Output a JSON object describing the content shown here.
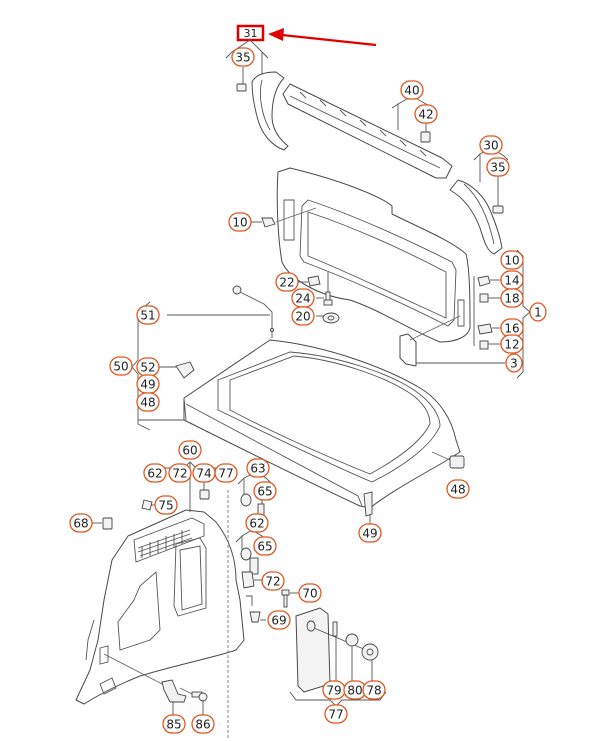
{
  "diagram": {
    "title": "Rear luggage compartment trim - exploded parts view",
    "highlighted_part": "31",
    "highlight_color": "#e00000",
    "callout_color": "#e2561f",
    "callouts": [
      {
        "id": "c35a",
        "label": "35"
      },
      {
        "id": "c40",
        "label": "40"
      },
      {
        "id": "c42",
        "label": "42"
      },
      {
        "id": "c30",
        "label": "30"
      },
      {
        "id": "c35b",
        "label": "35"
      },
      {
        "id": "c10a",
        "label": "10"
      },
      {
        "id": "c10b",
        "label": "10"
      },
      {
        "id": "c14",
        "label": "14"
      },
      {
        "id": "c18",
        "label": "18"
      },
      {
        "id": "c1",
        "label": "1"
      },
      {
        "id": "c16",
        "label": "16"
      },
      {
        "id": "c12",
        "label": "12"
      },
      {
        "id": "c3",
        "label": "3"
      },
      {
        "id": "c22",
        "label": "22"
      },
      {
        "id": "c24",
        "label": "24"
      },
      {
        "id": "c20",
        "label": "20"
      },
      {
        "id": "c51",
        "label": "51"
      },
      {
        "id": "c50",
        "label": "50"
      },
      {
        "id": "c52",
        "label": "52"
      },
      {
        "id": "c49a",
        "label": "49"
      },
      {
        "id": "c48a",
        "label": "48"
      },
      {
        "id": "c48b",
        "label": "48"
      },
      {
        "id": "c49b",
        "label": "49"
      },
      {
        "id": "c60",
        "label": "60"
      },
      {
        "id": "c62a",
        "label": "62"
      },
      {
        "id": "c72a",
        "label": "72"
      },
      {
        "id": "c74",
        "label": "74"
      },
      {
        "id": "c77a",
        "label": "77"
      },
      {
        "id": "c63",
        "label": "63"
      },
      {
        "id": "c65a",
        "label": "65"
      },
      {
        "id": "c62b",
        "label": "62"
      },
      {
        "id": "c75",
        "label": "75"
      },
      {
        "id": "c68",
        "label": "68"
      },
      {
        "id": "c65b",
        "label": "65"
      },
      {
        "id": "c72b",
        "label": "72"
      },
      {
        "id": "c70",
        "label": "70"
      },
      {
        "id": "c69",
        "label": "69"
      },
      {
        "id": "c79",
        "label": "79"
      },
      {
        "id": "c80",
        "label": "80"
      },
      {
        "id": "c78",
        "label": "78"
      },
      {
        "id": "c77b",
        "label": "77"
      },
      {
        "id": "c85",
        "label": "85"
      },
      {
        "id": "c86",
        "label": "86"
      }
    ]
  }
}
